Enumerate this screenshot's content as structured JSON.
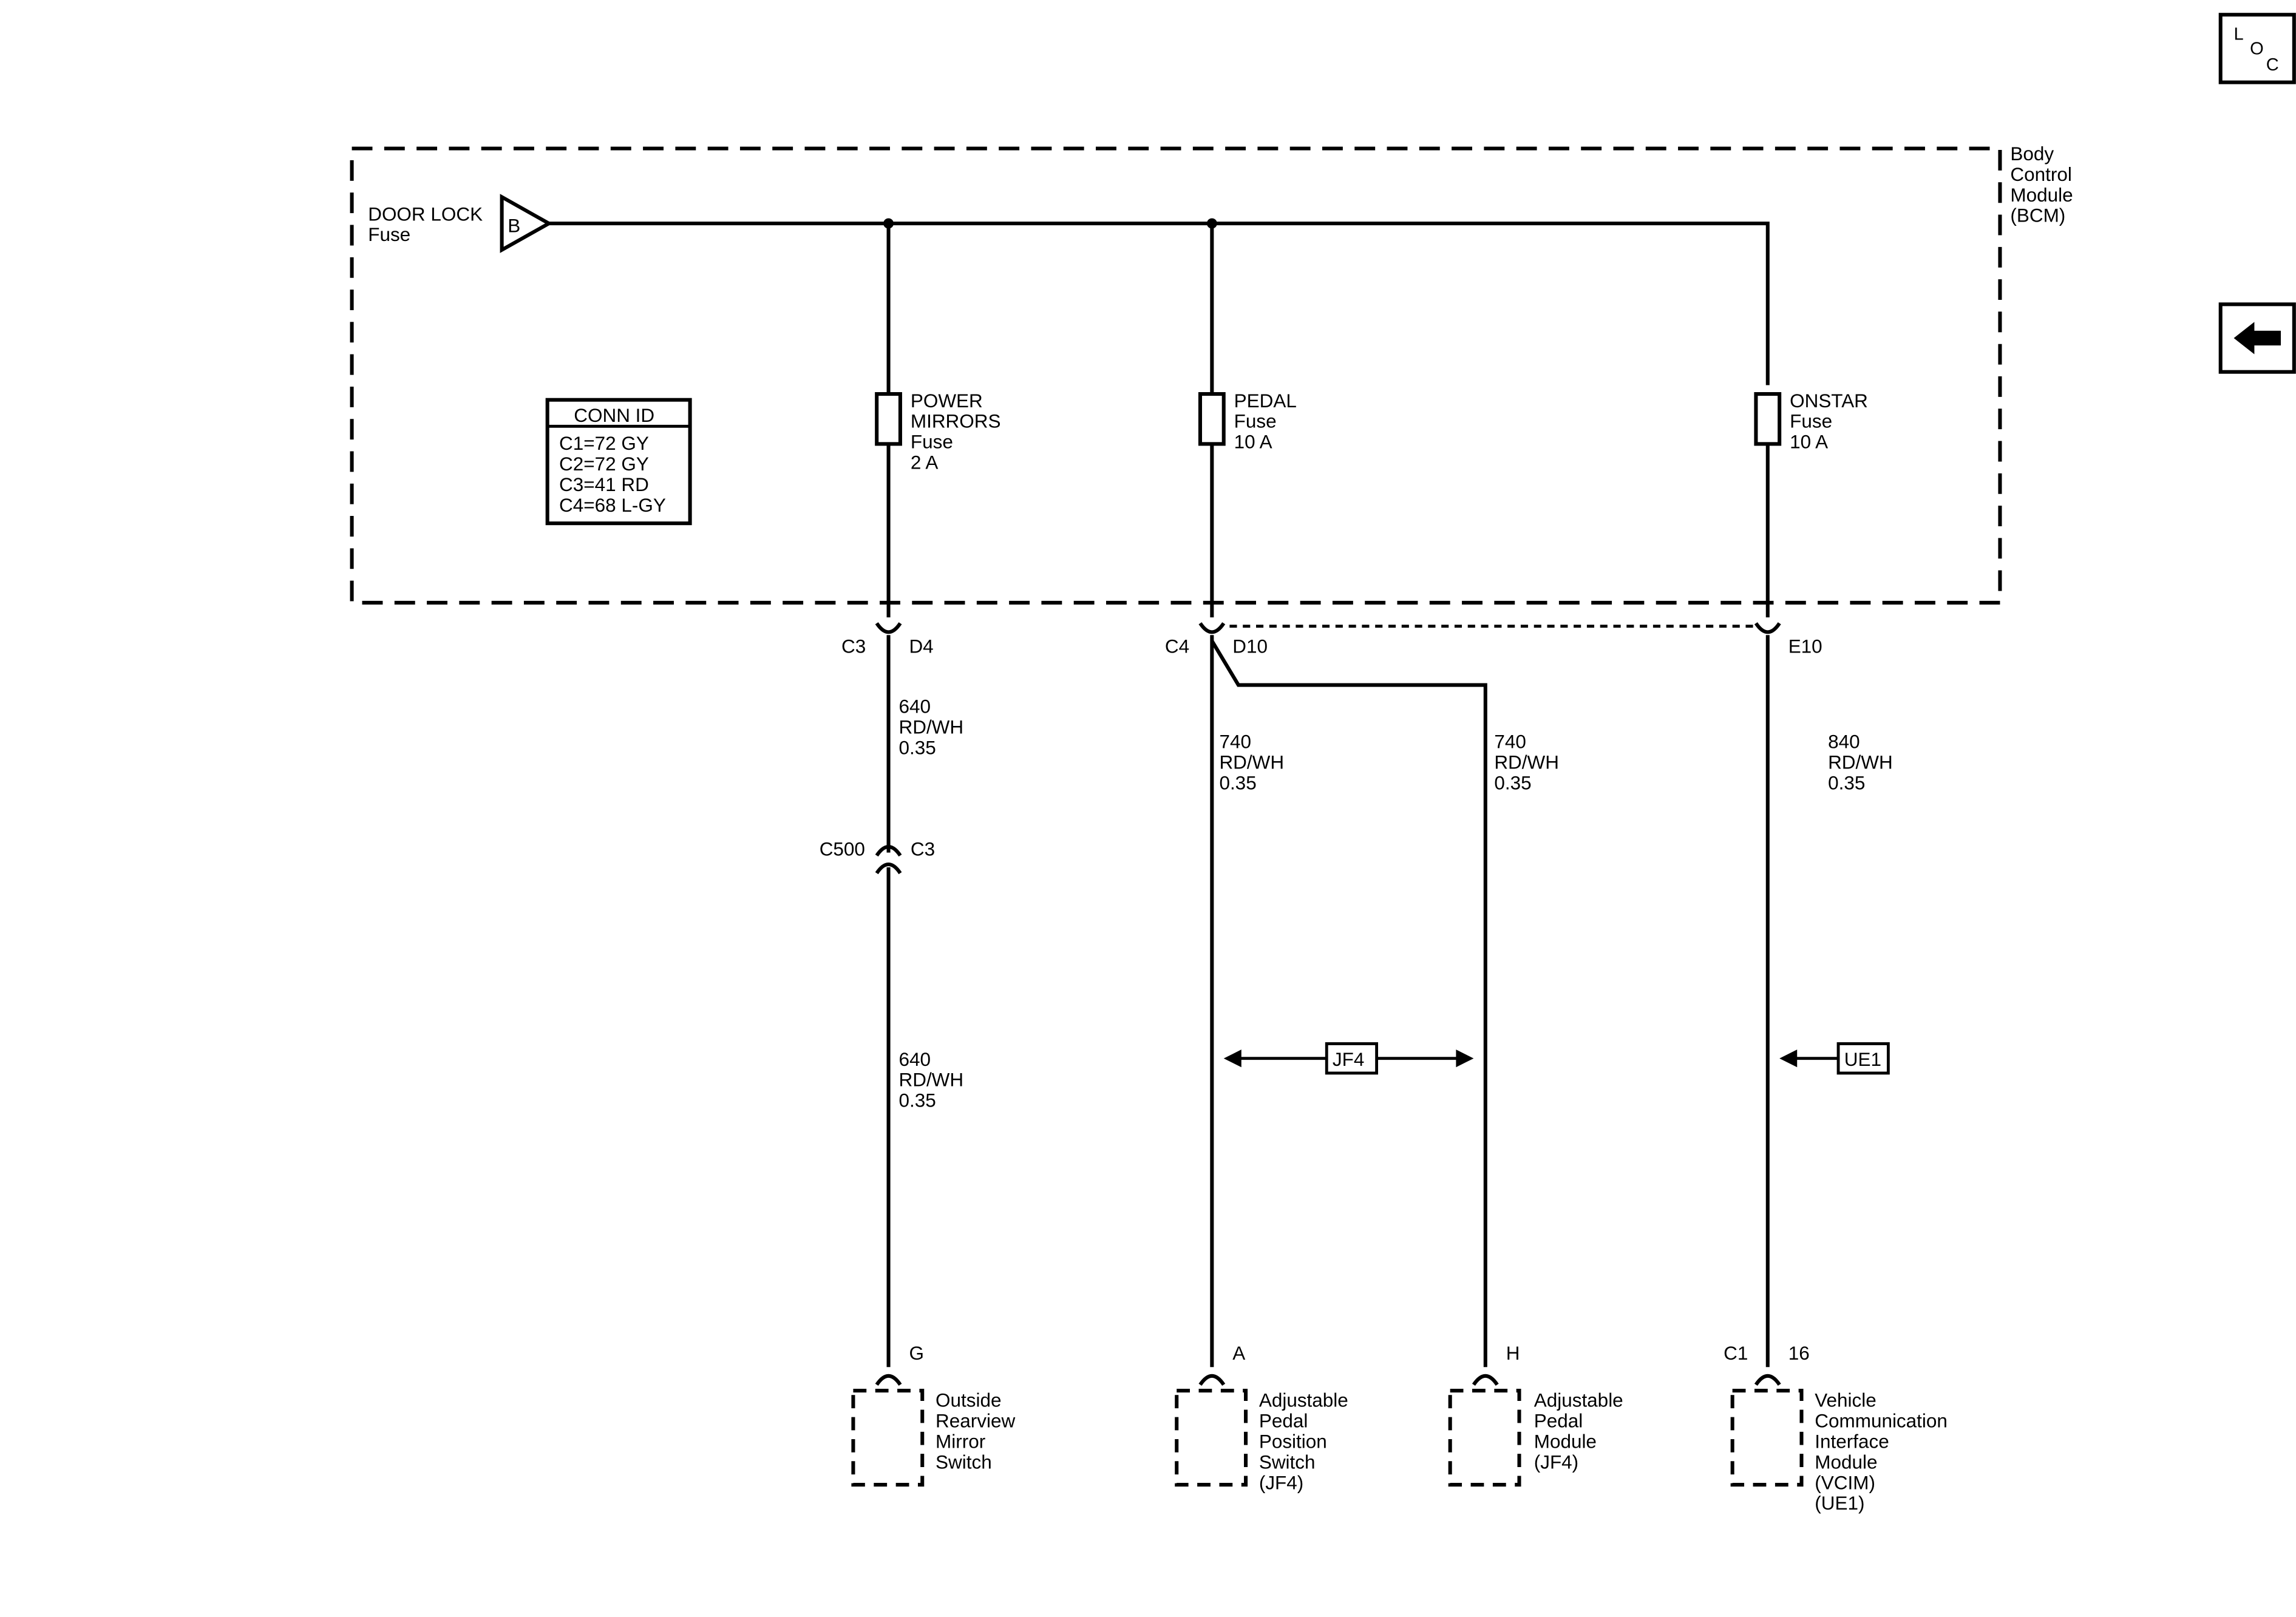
{
  "nav": {
    "loc_button": {
      "letters": [
        "L",
        "O",
        "C"
      ]
    },
    "back_button": {
      "icon": "left-arrow-icon"
    }
  },
  "bcm": {
    "label_lines": [
      "Body",
      "Control",
      "Module",
      "(BCM)"
    ]
  },
  "source": {
    "name_lines": [
      "DOOR LOCK",
      "Fuse"
    ],
    "terminal": "B"
  },
  "conn_id": {
    "title": "CONN ID",
    "rows": [
      "C1=72 GY",
      "C2=72 GY",
      "C3=41 RD",
      "C4=68 L-GY"
    ]
  },
  "fuses": [
    {
      "lines": [
        "POWER",
        "MIRRORS",
        "Fuse",
        "2 A"
      ]
    },
    {
      "lines": [
        "PEDAL",
        "Fuse",
        "10 A"
      ]
    },
    {
      "lines": [
        "ONSTAR",
        "Fuse",
        "10 A"
      ]
    }
  ],
  "bcm_pins": [
    {
      "connector": "C3",
      "pin": "D4"
    },
    {
      "connector": "C4",
      "pin": "D10"
    },
    {
      "connector": "",
      "pin": "E10"
    }
  ],
  "wires": [
    {
      "lines": [
        "640",
        "RD/WH",
        "0.35"
      ]
    },
    {
      "lines": [
        "640",
        "RD/WH",
        "0.35"
      ]
    },
    {
      "lines": [
        "740",
        "RD/WH",
        "0.35"
      ]
    },
    {
      "lines": [
        "740",
        "RD/WH",
        "0.35"
      ]
    },
    {
      "lines": [
        "840",
        "RD/WH",
        "0.35"
      ]
    }
  ],
  "inline_connector": {
    "name": "C500",
    "pin": "C3"
  },
  "options": [
    {
      "code": "JF4"
    },
    {
      "code": "UE1"
    }
  ],
  "components": [
    {
      "connector": "",
      "pin": "G",
      "lines": [
        "Outside",
        "Rearview",
        "Mirror",
        "Switch"
      ]
    },
    {
      "connector": "",
      "pin": "A",
      "lines": [
        "Adjustable",
        "Pedal",
        "Position",
        "Switch",
        "(JF4)"
      ]
    },
    {
      "connector": "",
      "pin": "H",
      "lines": [
        "Adjustable",
        "Pedal",
        "Module",
        "(JF4)"
      ]
    },
    {
      "connector": "C1",
      "pin": "16",
      "lines": [
        "Vehicle",
        "Communication",
        "Interface",
        "Module",
        "(VCIM)",
        "(UE1)"
      ]
    }
  ]
}
